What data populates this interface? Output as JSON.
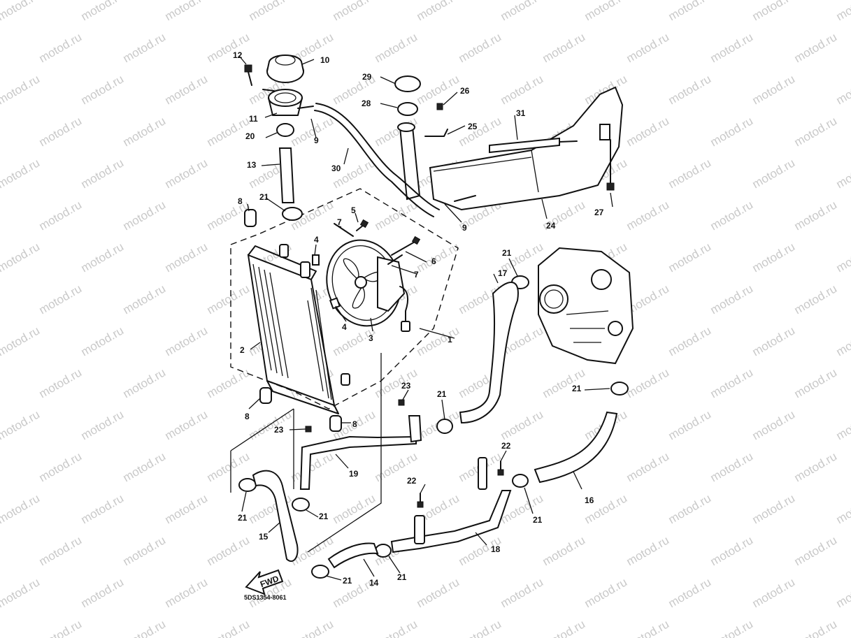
{
  "watermark": "motod.ru",
  "drawing_code": "5DS1354-8061",
  "fwd_label": "FWD",
  "callouts": [
    "1",
    "2",
    "3",
    "4",
    "4",
    "5",
    "6",
    "7",
    "7",
    "8",
    "8",
    "8",
    "9",
    "9",
    "10",
    "11",
    "12",
    "13",
    "14",
    "15",
    "16",
    "17",
    "18",
    "19",
    "20",
    "21",
    "21",
    "21",
    "21",
    "21",
    "21",
    "21",
    "21",
    "21",
    "22",
    "22",
    "23",
    "23",
    "24",
    "25",
    "26",
    "27",
    "28",
    "29",
    "30",
    "31"
  ],
  "colors": {
    "line": "#111111",
    "watermark": "#c9c9c9",
    "background": "#ffffff"
  }
}
